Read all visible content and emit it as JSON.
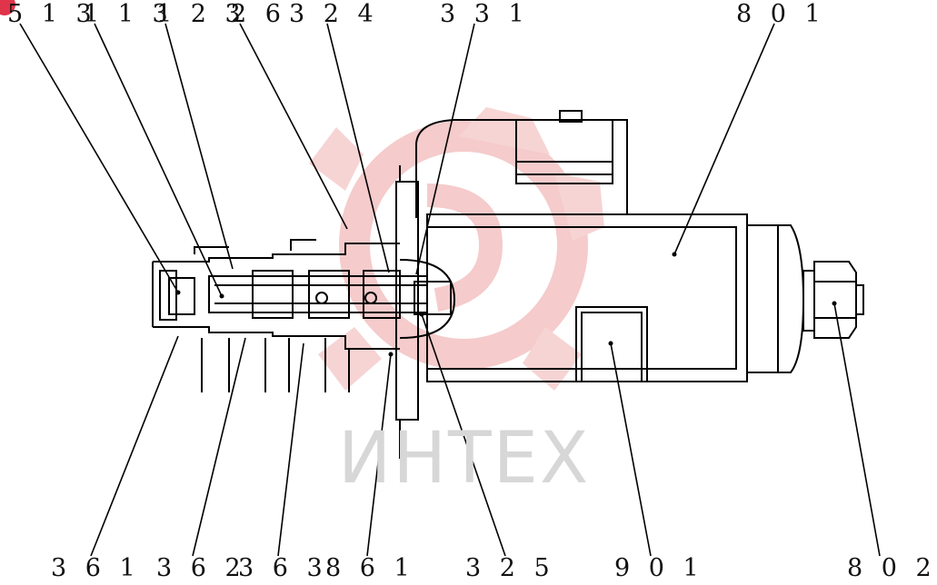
{
  "watermark": {
    "text": "ИНТЕХ",
    "color": "#d7d7d7",
    "gear_color": "#f4c6c6"
  },
  "callouts_top": [
    {
      "id": "511",
      "text": "5 1 3"
    },
    {
      "id": "311",
      "text": "1 1 3"
    },
    {
      "id": "312",
      "text": "1 2 3"
    },
    {
      "id": "326",
      "text": "2 6"
    },
    {
      "id": "324",
      "text": "3 2 4"
    },
    {
      "id": "331",
      "text": "3 3 1"
    },
    {
      "id": "801",
      "text": "8 0 1"
    }
  ],
  "callouts_bottom": [
    {
      "id": "361",
      "text": "3 6 1"
    },
    {
      "id": "362",
      "text": "3 6 2"
    },
    {
      "id": "363",
      "text": "3 6 3"
    },
    {
      "id": "861",
      "text": "8 6 1"
    },
    {
      "id": "325",
      "text": "3 2 5"
    },
    {
      "id": "901",
      "text": "9 0 1"
    },
    {
      "id": "802",
      "text": "8 0 2"
    }
  ]
}
